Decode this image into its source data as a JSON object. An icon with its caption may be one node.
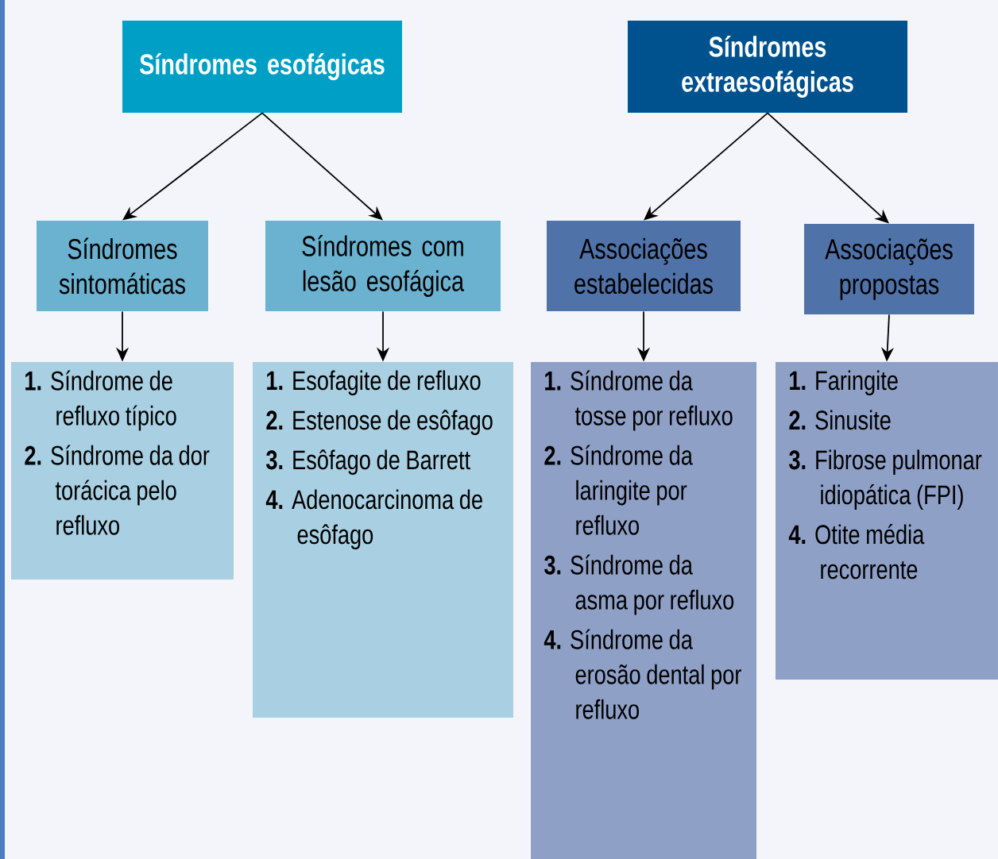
{
  "diagram": {
    "nodes": [
      {
        "text": [
          "Síndromes esofágicas"
        ]
      },
      {
        "text": [
          "Síndromes extraesofágicas"
        ]
      },
      {
        "text": [
          "Síndromes sintomáticas"
        ]
      },
      {
        "text": [
          "Síndromes com lesão esofágica"
        ]
      },
      {
        "text": [
          "Associações estabelecidas"
        ]
      },
      {
        "text": [
          "Associações propostas"
        ]
      },
      {
        "text": [
          "**1.** Síndrome de refluxo típico",
          "**2.** Síndrome da dor torácica pelo refluxo"
        ]
      },
      {
        "text": [
          "**1.** Esofagite de refluxo",
          "**2.** Estenose de esôfago",
          "**3.** Esôfago de Barrett",
          "**4.** Adenocarcinoma de esôfago"
        ]
      },
      {
        "text": [
          "**1.** Síndrome da tosse por refluxo",
          "**2.** Síndrome da laringite por refluxo",
          "**3.** Síndrome da asma por refluxo",
          "**4.** Síndrome da erosão dental por refluxo"
        ]
      },
      {
        "text": [
          "**1.** Faringite",
          "**2.** Sinusite",
          "**3.** Fibrose pulmonar idiopática (FPI)",
          "**4.** Otite média recorrente"
        ]
      }
    ],
    "edges": [
      {
        "from": 0,
        "to": 2,
        "arrow": "to"
      },
      {
        "from": 0,
        "to": 3,
        "arrow": "to"
      },
      {
        "from": 1,
        "to": 4,
        "arrow": "to"
      },
      {
        "from": 1,
        "to": 5,
        "arrow": "to"
      },
      {
        "from": 2,
        "to": 6,
        "arrow": "to"
      },
      {
        "from": 3,
        "to": 7,
        "arrow": "to"
      },
      {
        "from": 4,
        "to": 8,
        "arrow": "to"
      },
      {
        "from": 5,
        "to": 9,
        "arrow": "to"
      }
    ]
  }
}
